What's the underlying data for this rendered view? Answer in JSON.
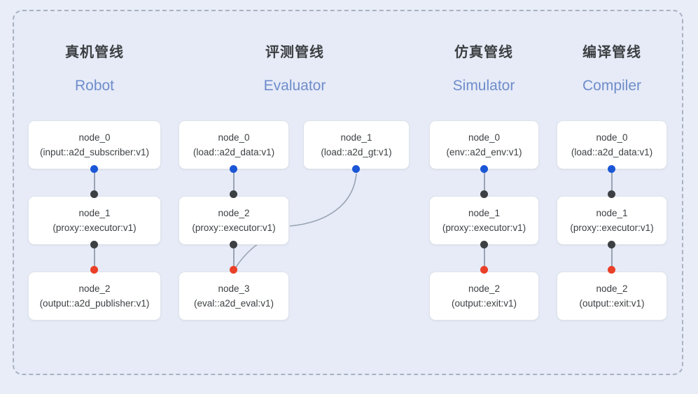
{
  "diagram": {
    "title_hidden": "",
    "frame": {
      "style": "dashed-rounded-container"
    },
    "columns": [
      {
        "id": "robot",
        "cn_label": "真机管线",
        "en_label": "Robot",
        "nodes": [
          {
            "name": "node_0",
            "spec": "(input::a2d_subscriber:v1)"
          },
          {
            "name": "node_1",
            "spec": "(proxy::executor:v1)"
          },
          {
            "name": "node_2",
            "spec": "(output::a2d_publisher:v1)"
          }
        ]
      },
      {
        "id": "evaluator",
        "cn_label": "评测管线",
        "en_label": "Evaluator",
        "nodes": [
          {
            "name": "node_0",
            "spec": "(load::a2d_data:v1)"
          },
          {
            "name": "node_2",
            "spec": "(proxy::executor:v1)"
          },
          {
            "name": "node_3",
            "spec": "(eval::a2d_eval:v1)"
          }
        ],
        "side_nodes": [
          {
            "name": "node_1",
            "spec": "(load::a2d_gt:v1)"
          }
        ]
      },
      {
        "id": "simulator",
        "cn_label": "仿真管线",
        "en_label": "Simulator",
        "nodes": [
          {
            "name": "node_0",
            "spec": "(env::a2d_env:v1)"
          },
          {
            "name": "node_1",
            "spec": "(proxy::executor:v1)"
          },
          {
            "name": "node_2",
            "spec": "(output::exit:v1)"
          }
        ]
      },
      {
        "id": "compiler",
        "cn_label": "编译管线",
        "en_label": "Compiler",
        "nodes": [
          {
            "name": "node_0",
            "spec": "(load::a2d_data:v1)"
          },
          {
            "name": "node_1",
            "spec": "(proxy::executor:v1)"
          },
          {
            "name": "node_2",
            "spec": "(output::exit:v1)"
          }
        ]
      }
    ],
    "colors": {
      "background": "#e8edf7",
      "frame_fill": "#e6ebf7",
      "frame_border": "#a9b2c4",
      "node_fill": "#ffffff",
      "node_border": "#dfe3ea",
      "cn_text": "#3c4043",
      "en_text": "#6f8ccb",
      "dot_output": "#1a56d6",
      "dot_link": "#3c4043",
      "dot_input": "#ea4027",
      "edge": "#9aa3b3"
    }
  }
}
